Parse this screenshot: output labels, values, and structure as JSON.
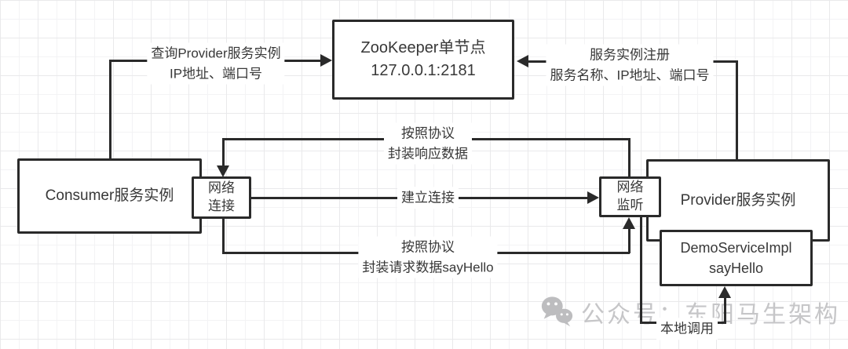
{
  "diagram": {
    "nodes": {
      "zookeeper": {
        "title": "ZooKeeper单节点",
        "subtitle": "127.0.0.1:2181"
      },
      "consumer": {
        "label": "Consumer服务实例"
      },
      "network_connection": {
        "line1": "网络",
        "line2": "连接"
      },
      "network_listener": {
        "line1": "网络",
        "line2": "监听"
      },
      "provider": {
        "label": "Provider服务实例"
      },
      "demo_service_impl": {
        "line1": "DemoServiceImpl",
        "line2": "sayHello"
      }
    },
    "edges": {
      "query_provider": {
        "line1": "查询Provider服务实例",
        "line2": "IP地址、端口号"
      },
      "register_instance": {
        "line1": "服务实例注册",
        "line2": "服务名称、IP地址、端口号"
      },
      "response_protocol": {
        "line1": "按照协议",
        "line2": "封装响应数据"
      },
      "establish_connection": {
        "label": "建立连接"
      },
      "request_protocol": {
        "line1": "按照协议",
        "line2": "封装请求数据sayHello"
      },
      "local_call": {
        "label": "本地调用"
      }
    },
    "watermark": {
      "icon": "wechat-icon",
      "text": "公众号：东阳马生架构"
    },
    "colors": {
      "line": "#2a2a2a",
      "text": "#383838",
      "watermark": "#c6c6c8",
      "grid_minor": "#f3f3f5",
      "grid_major": "#e9e9eb",
      "background": "#ffffff"
    }
  }
}
